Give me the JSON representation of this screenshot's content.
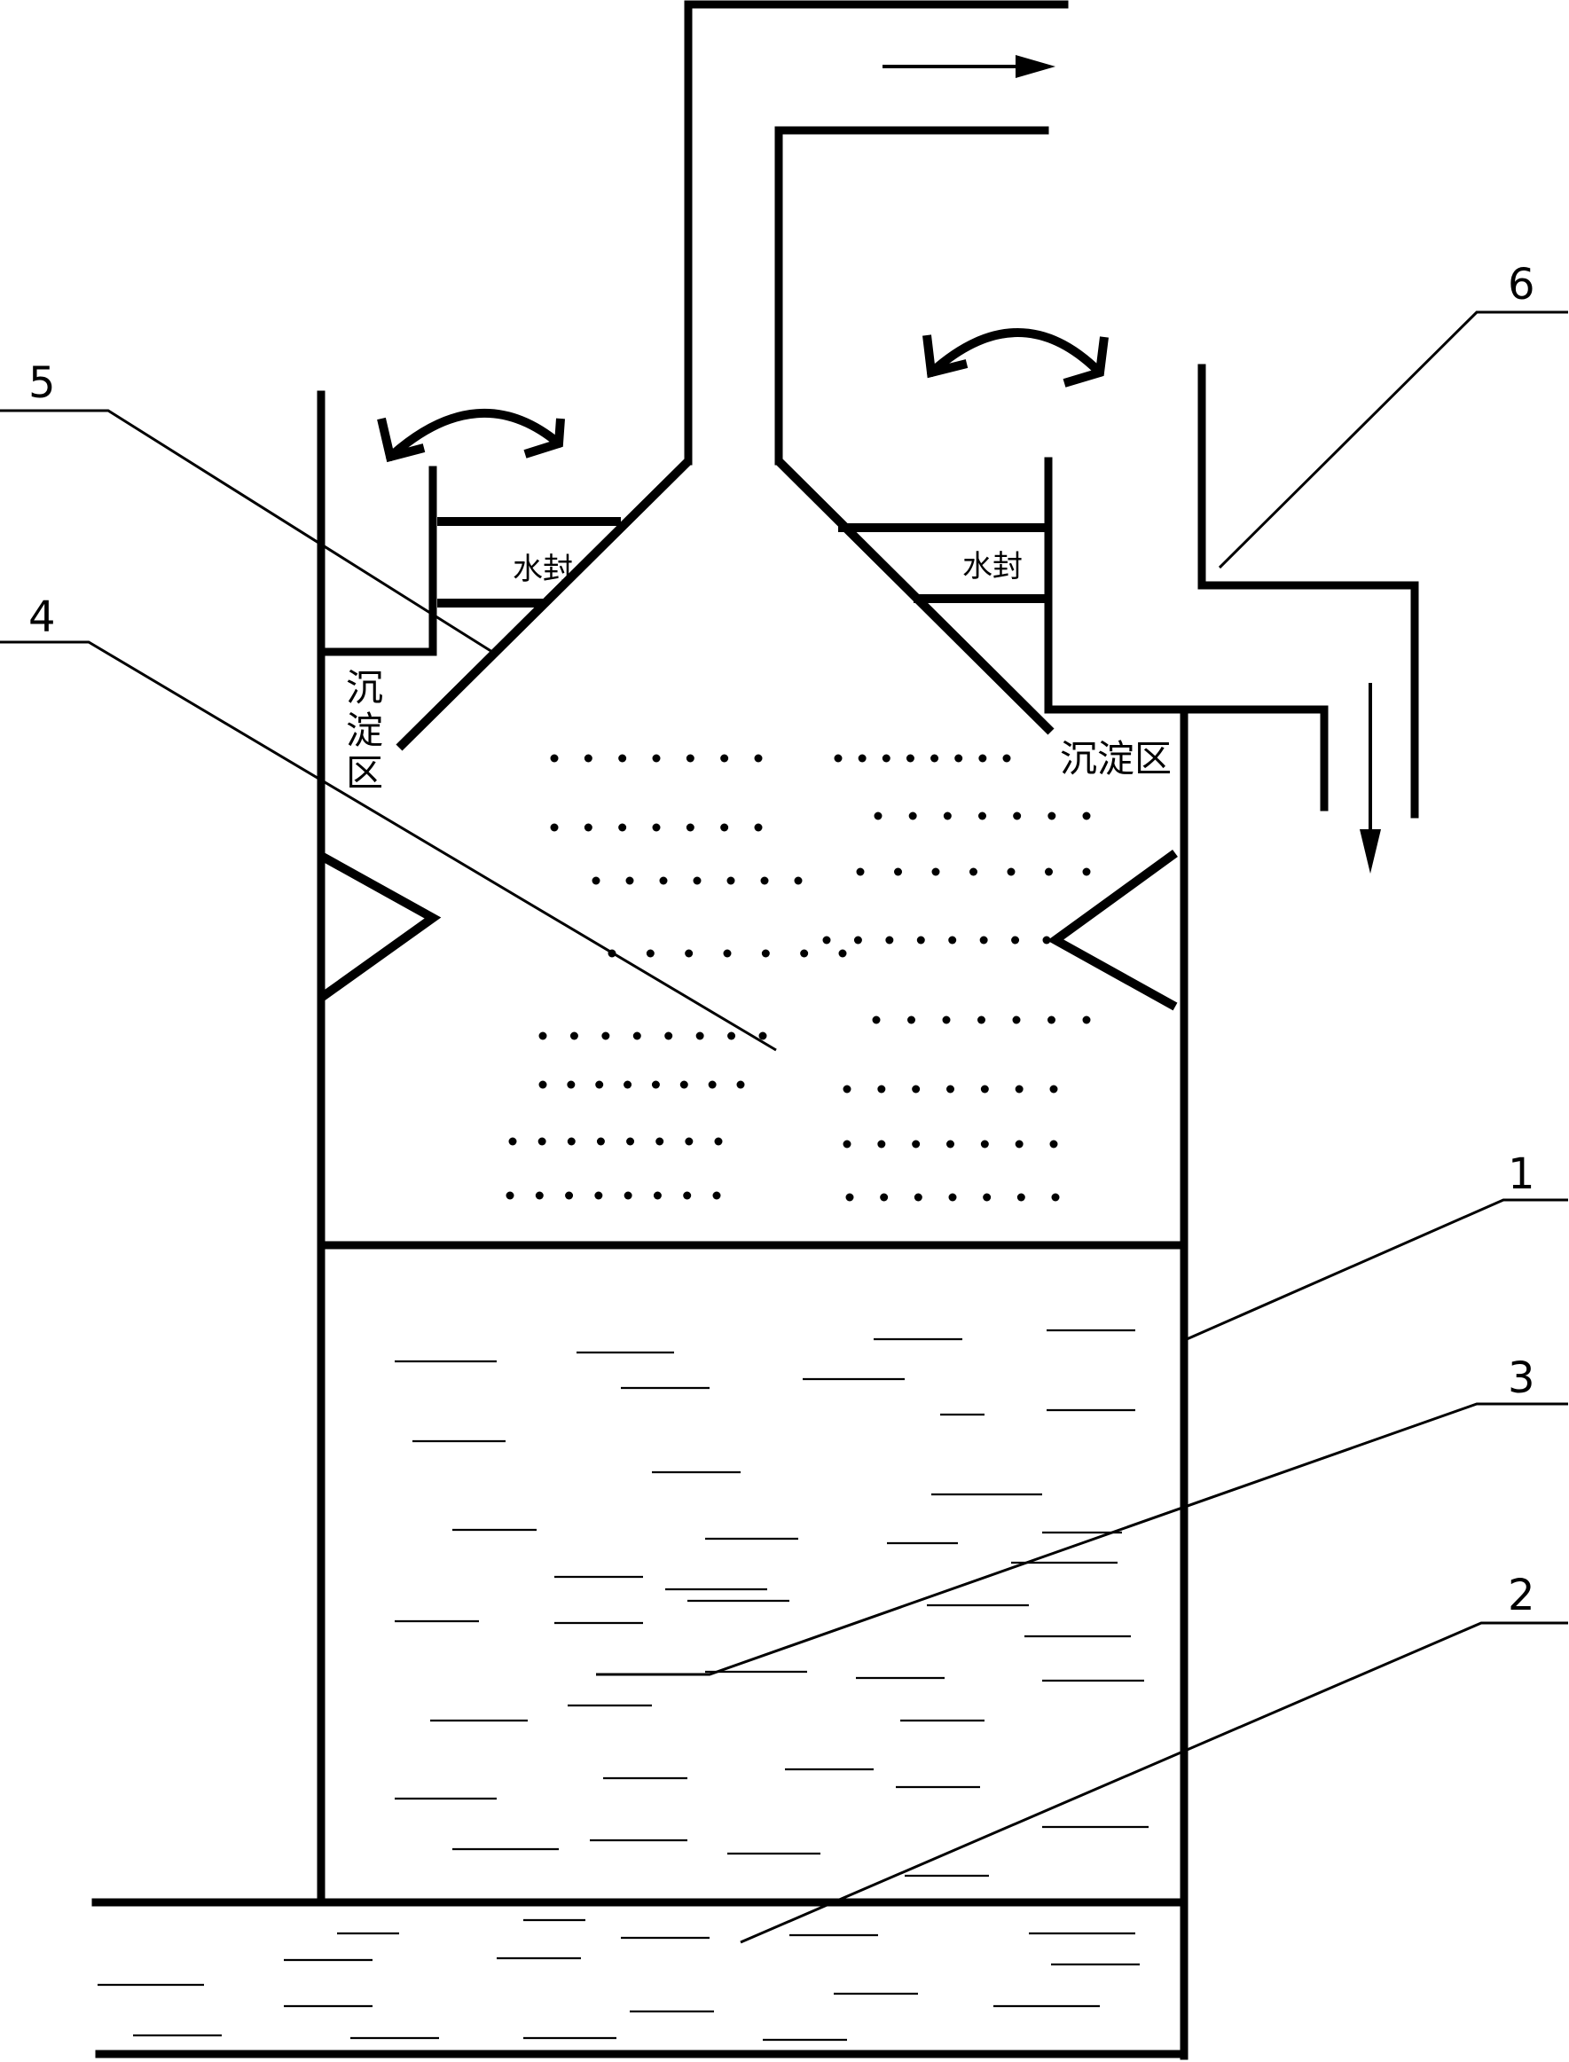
{
  "labels": {
    "water_seal_left": "水封",
    "water_seal_right": "水封",
    "settling_zone_left": [
      "沉",
      "淀",
      "区"
    ],
    "settling_zone_right": "沉淀区"
  },
  "callouts": [
    {
      "id": "1",
      "text": "1"
    },
    {
      "id": "2",
      "text": "2"
    },
    {
      "id": "3",
      "text": "3"
    },
    {
      "id": "4",
      "text": "4"
    },
    {
      "id": "5",
      "text": "5"
    },
    {
      "id": "6",
      "text": "6"
    }
  ]
}
